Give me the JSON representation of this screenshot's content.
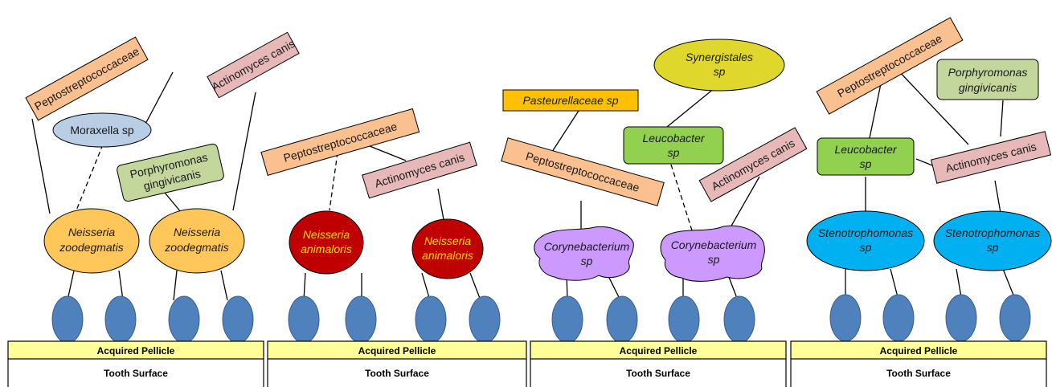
{
  "panels": [
    {
      "pellicle": "Acquired Pellicle",
      "surface": "Tooth Surface"
    },
    {
      "pellicle": "Acquired Pellicle",
      "surface": "Tooth Surface"
    },
    {
      "pellicle": "Acquired Pellicle",
      "surface": "Tooth Surface"
    },
    {
      "pellicle": "Acquired Pellicle",
      "surface": "Tooth Surface"
    }
  ],
  "p1": {
    "pepto": "Peptostreptococcaceae",
    "moraxella": "Moraxella  sp",
    "actino": "Actinomyces canis",
    "porphy_1": "Porphyromonas",
    "porphy_2": "gingivicanis",
    "neisseria_left_1": "Neisseria",
    "neisseria_left_2": "zoodegmatis",
    "neisseria_right_1": "Neisseria",
    "neisseria_right_2": "zoodegmatis"
  },
  "p2": {
    "pepto": "Peptostreptococcaceae",
    "actino": "Actinomyces canis",
    "neisseria_left_1": "Neisseria",
    "neisseria_left_2": "animaloris",
    "neisseria_right_1": "Neisseria",
    "neisseria_right_2": "animaloris"
  },
  "p3": {
    "pasteur": "Pasteurellaceae sp",
    "synerg_1": "Synergistales",
    "synerg_2": "sp",
    "leuco_1": "Leucobacter",
    "leuco_2": "sp",
    "pepto": "Peptostreptococcaceae",
    "actino": "Actinomyces canis",
    "coryne_left_1": "Corynebacterium",
    "coryne_left_2": "sp",
    "coryne_right_1": "Corynebacterium",
    "coryne_right_2": "sp"
  },
  "p4": {
    "pepto": "Peptostreptococcaceae",
    "porphy_1": "Porphyromonas",
    "porphy_2": "gingivicanis",
    "leuco_1": "Leucobacter",
    "leuco_2": "sp",
    "actino": "Actinomyces canis",
    "steno_left_1": "Stenotrophomonas",
    "steno_left_2": "sp",
    "steno_right_1": "Stenotrophomonas",
    "steno_right_2": "sp"
  },
  "colors": {
    "peptostreptococcaceae": "#fac090",
    "actinomyces": "#e6b9b8",
    "porphyromonas": "#c3d69b",
    "leucobacter": "#92d050",
    "moraxella": "#b9cde5",
    "neisseria_zoodegmatis": "#ffc65a",
    "neisseria_animaloris": "#c00000",
    "pasteurellaceae": "#ffc000",
    "synergistales": "#dfd72b",
    "corynebacterium": "#cc99ff",
    "stenotrophomonas": "#00b0f0",
    "receptor": "#4f81bd",
    "pellicle": "#ffff99"
  }
}
